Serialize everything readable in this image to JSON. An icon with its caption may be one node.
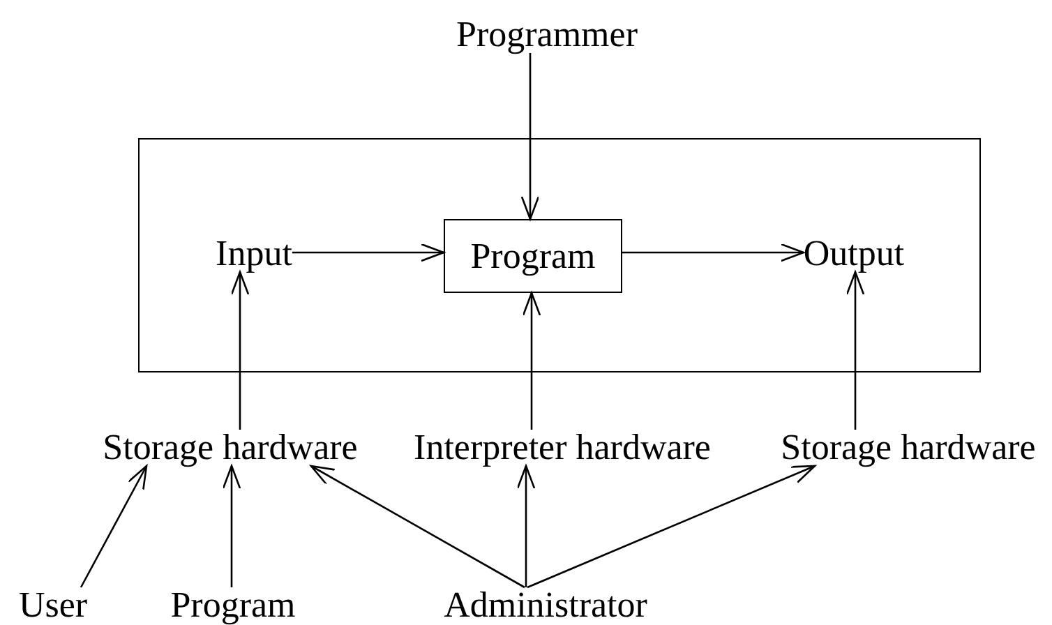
{
  "diagram": {
    "nodes": [
      {
        "text": [
          "Programmer"
        ]
      },
      {
        "text": [],
        "shape": "box"
      },
      {
        "text": [
          "Input"
        ],
        "in": 1
      },
      {
        "text": [
          "Program"
        ],
        "in": 1
      },
      {
        "text": [
          "Output"
        ],
        "in": 1
      },
      {
        "text": [
          "Storage hardware"
        ]
      },
      {
        "text": [
          "Interpreter hardware"
        ]
      },
      {
        "text": [
          "Storage hardware"
        ]
      },
      {
        "text": [
          "User"
        ]
      },
      {
        "text": [
          "Program"
        ]
      },
      {
        "text": [
          "Administrator"
        ]
      }
    ],
    "edges": [
      {
        "from": 0,
        "to": 3,
        "arrow": "to"
      },
      {
        "from": 2,
        "to": 3,
        "arrow": "to"
      },
      {
        "from": 3,
        "to": 4,
        "arrow": "to"
      },
      {
        "from": 5,
        "to": 2,
        "arrow": "to"
      },
      {
        "from": 6,
        "to": 3,
        "arrow": "to"
      },
      {
        "from": 7,
        "to": 4,
        "arrow": "to"
      },
      {
        "from": 8,
        "to": 5,
        "arrow": "to"
      },
      {
        "from": 9,
        "to": 5,
        "arrow": "to"
      },
      {
        "from": 10,
        "to": 5,
        "arrow": "to"
      },
      {
        "from": 10,
        "to": 6,
        "arrow": "to"
      },
      {
        "from": 10,
        "to": 7,
        "arrow": "to"
      }
    ]
  }
}
